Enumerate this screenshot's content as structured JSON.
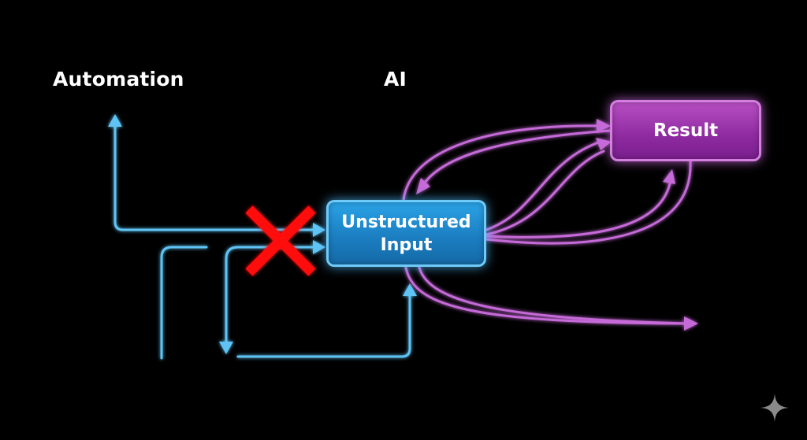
{
  "columns": {
    "left_title": "Automation",
    "right_title": "AI"
  },
  "nodes": {
    "input": {
      "line1": "Unstructured",
      "line2": "Input",
      "color": "#1a7cbf",
      "border": "#6fcaf8"
    },
    "result": {
      "label": "Result",
      "color": "#8e2aa0",
      "border": "#d47fe0"
    }
  },
  "connectors": {
    "automation_color": "#5ec4f5",
    "ai_color": "#c56ad8",
    "blocked_marker_color": "#ff0a0a"
  },
  "icons": {
    "blocked": "red-x-icon",
    "watermark": "sparkle-icon"
  }
}
